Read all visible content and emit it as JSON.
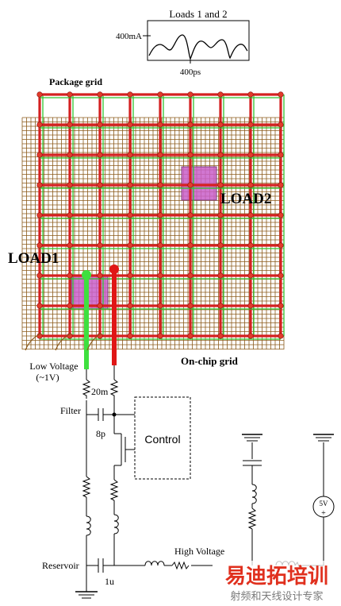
{
  "waveform": {
    "title": "Loads 1 and 2",
    "y_label": "400mA",
    "x_label": "400ps"
  },
  "grid": {
    "package_label": "Package grid",
    "onchip_label": "On-chip grid",
    "load1_label": "LOAD1",
    "load2_label": "LOAD2"
  },
  "circuit": {
    "low_voltage": "Low Voltage",
    "low_voltage_value": "(~1V)",
    "r_20m": "20m",
    "filter": "Filter",
    "c_8p": "8p",
    "control": "Control",
    "high_voltage": "High Voltage",
    "reservoir": "Reservoir",
    "c_1u": "1u",
    "source_5v": "5V"
  },
  "watermark": {
    "cn_title": "易迪拓培训",
    "cn_subtitle": "射频和天线设计专家"
  },
  "colors": {
    "package_grid": "#d42020",
    "onchip_grid": "#8b5a1a",
    "grid_green": "#2fc22f",
    "via_bright": "#e23b2a",
    "load_fill": "#c95fc9",
    "low_voltage_lead": "#3ee03e",
    "package_lead": "#e01616",
    "watermark_red": "#e0301e"
  }
}
